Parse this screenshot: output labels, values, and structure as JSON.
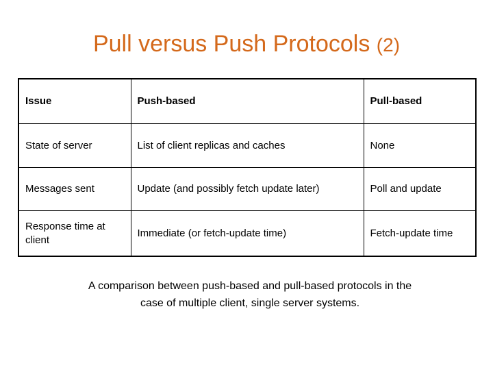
{
  "slide": {
    "title_main": "Pull versus Push Protocols ",
    "title_suffix": "(2)",
    "title_color": "#D4691B"
  },
  "table": {
    "headers": [
      "Issue",
      "Push-based",
      "Pull-based"
    ],
    "rows": [
      {
        "issue": "State of server",
        "push": "List of client replicas and caches",
        "pull": "None"
      },
      {
        "issue": "Messages sent",
        "push": "Update (and possibly fetch update later)",
        "pull": "Poll and update"
      },
      {
        "issue": "Response time at client",
        "push": "Immediate (or fetch-update time)",
        "pull": "Fetch-update time"
      }
    ]
  },
  "caption": {
    "line1": "A comparison between push-based and pull-based protocols in the",
    "line2": "case of multiple client, single server systems."
  }
}
